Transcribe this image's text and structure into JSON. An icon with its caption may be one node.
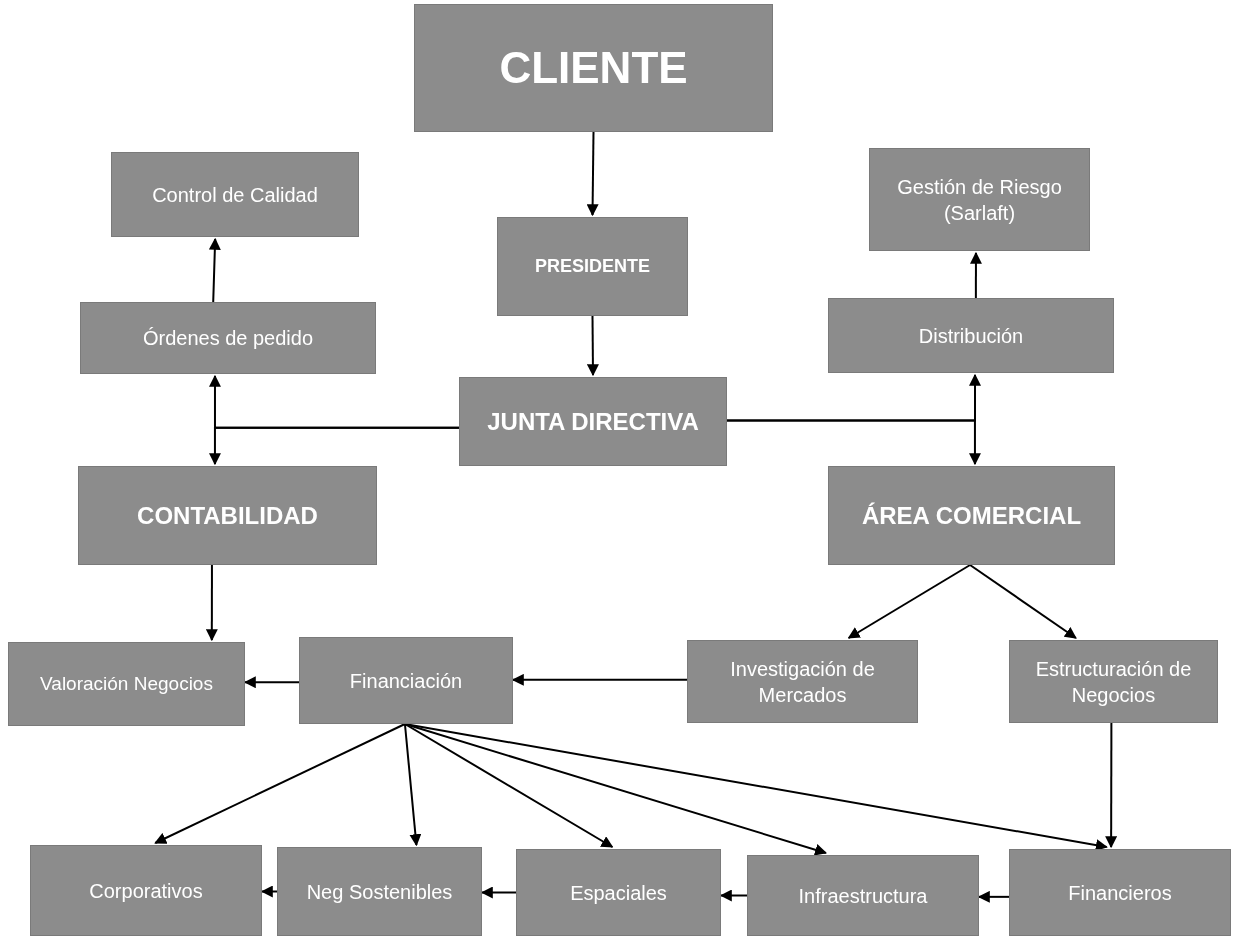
{
  "diagram": {
    "nodes": [
      {
        "text": [
          "CLIENTE"
        ]
      },
      {
        "text": [
          "PRESIDENTE"
        ]
      },
      {
        "text": [
          "JUNTA DIRECTIVA"
        ]
      },
      {
        "text": [
          "Control de Calidad"
        ]
      },
      {
        "text": [
          "Órdenes de pedido"
        ]
      },
      {
        "text": [
          "CONTABILIDAD"
        ]
      },
      {
        "text": [
          "Gestión de Riesgo (Sarlaft)"
        ]
      },
      {
        "text": [
          "Distribución"
        ]
      },
      {
        "text": [
          "ÁREA COMERCIAL"
        ]
      },
      {
        "text": [
          "Valoración Negocios"
        ]
      },
      {
        "text": [
          "Financiación"
        ]
      },
      {
        "text": [
          "Investigación de Mercados"
        ]
      },
      {
        "text": [
          "Estructuración de Negocios"
        ]
      },
      {
        "text": [
          "Corporativos"
        ]
      },
      {
        "text": [
          "Neg Sostenibles"
        ]
      },
      {
        "text": [
          "Espaciales"
        ]
      },
      {
        "text": [
          "Infraestructura"
        ]
      },
      {
        "text": [
          "Financieros"
        ]
      }
    ],
    "edges": [
      {
        "from": 0,
        "to": 1,
        "arrow": "to"
      },
      {
        "from": 1,
        "to": 2,
        "arrow": "to"
      },
      {
        "from": 4,
        "to": 3,
        "arrow": "to"
      },
      {
        "from": 2,
        "to": 4,
        "arrow": "to"
      },
      {
        "from": 2,
        "to": 5,
        "arrow": "to"
      },
      {
        "from": 7,
        "to": 6,
        "arrow": "to"
      },
      {
        "from": 2,
        "to": 7,
        "arrow": "to"
      },
      {
        "from": 2,
        "to": 8,
        "arrow": "to"
      },
      {
        "from": 5,
        "to": 9,
        "arrow": "to"
      },
      {
        "from": 8,
        "to": 11,
        "arrow": "to"
      },
      {
        "from": 8,
        "to": 12,
        "arrow": "to"
      },
      {
        "from": 11,
        "to": 10,
        "arrow": "to"
      },
      {
        "from": 10,
        "to": 9,
        "arrow": "to"
      },
      {
        "from": 10,
        "to": 13,
        "arrow": "to"
      },
      {
        "from": 10,
        "to": 14,
        "arrow": "to"
      },
      {
        "from": 10,
        "to": 15,
        "arrow": "to"
      },
      {
        "from": 10,
        "to": 16,
        "arrow": "to"
      },
      {
        "from": 10,
        "to": 17,
        "arrow": "to"
      },
      {
        "from": 12,
        "to": 17,
        "arrow": "to"
      },
      {
        "from": 17,
        "to": 16,
        "arrow": "to"
      },
      {
        "from": 16,
        "to": 15,
        "arrow": "to"
      },
      {
        "from": 15,
        "to": 14,
        "arrow": "to"
      },
      {
        "from": 14,
        "to": 13,
        "arrow": "to"
      }
    ]
  }
}
